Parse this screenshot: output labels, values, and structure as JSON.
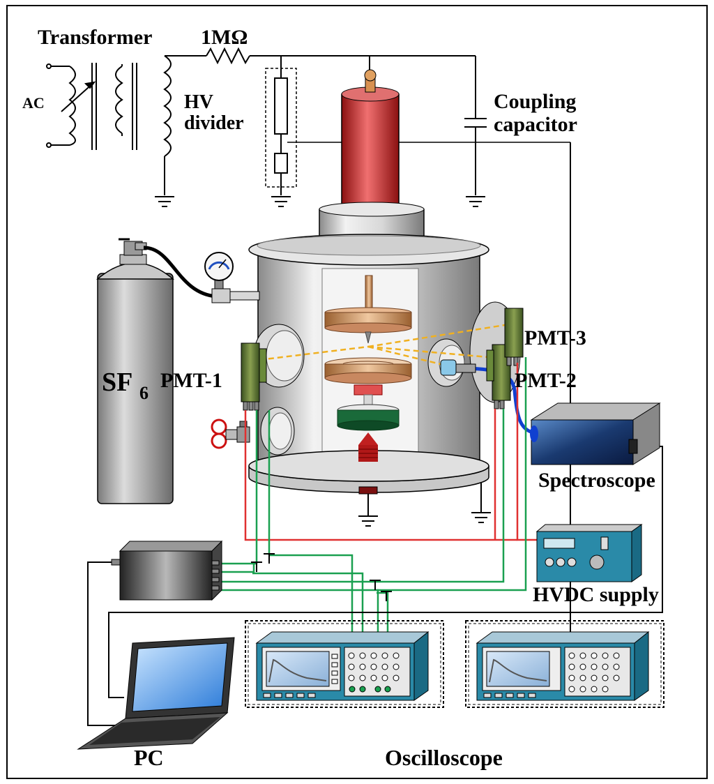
{
  "labels": {
    "transformer": "Transformer",
    "resistor": "1MΩ",
    "ac": "AC",
    "hv": "HV",
    "divider": "divider",
    "coupling": "Coupling",
    "capacitor": "capacitor",
    "sf": "SF",
    "sf_sub": "6",
    "pmt1": "PMT-1",
    "pmt2": "PMT-2",
    "pmt3": "PMT-3",
    "spectroscope": "Spectroscope",
    "hvdc": "HVDC supply",
    "pc": "PC",
    "oscilloscope": "Oscilloscope"
  },
  "colors": {
    "signal_red": "#e03030",
    "signal_green": "#1aa050",
    "optical_path": "#f0b020",
    "fiber": "#1040d0",
    "bushing_red": "#c02020",
    "instrument_teal": "#2a8aa8"
  }
}
